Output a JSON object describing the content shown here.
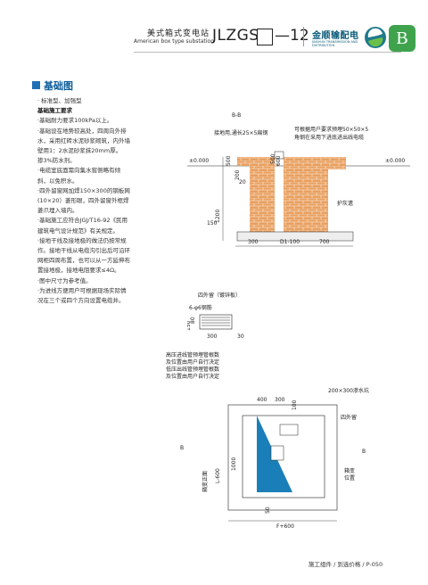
{
  "header": {
    "title_cn": "美式箱式变电站",
    "title_en": "American box type substation",
    "model_prefix": "JLZGS",
    "model_suffix": "—12",
    "brand_cn": "金顺输配电",
    "brand_en": "JINSHUN TRANSMISSION AND DISTRIBUTION",
    "tab_letter": "B"
  },
  "section": {
    "title": "基础图"
  },
  "notes": [
    {
      "text": "· 标准型、加强型",
      "bold": false
    },
    {
      "text": "基础施工要求",
      "bold": true
    },
    {
      "text": "·基础耐力要求100kPa以上。",
      "bold": false
    },
    {
      "text": "·基础设在地势较高处，四周向外排",
      "bold": false
    },
    {
      "text": "水，采用红砖水泥砂浆砌筑，内外墙",
      "bold": false
    },
    {
      "text": "壁用1：2水泥砂浆抹20mm厚。",
      "bold": false
    },
    {
      "text": "掺3%防水剂。",
      "bold": false
    },
    {
      "text": "·电缆室底面需向集水窖侧略有倾",
      "bold": false
    },
    {
      "text": "斜，以免积水。",
      "bold": false
    },
    {
      "text": "·四外留窗网加焊150×300的钢板网",
      "bold": false
    },
    {
      "text": "(10×20）菱形眼，四外留窗外框焊",
      "bold": false
    },
    {
      "text": "菱爪埋入墙内。",
      "bold": false
    },
    {
      "text": "·基础施工应符合JGJ/T16-92《民用",
      "bold": false
    },
    {
      "text": "建筑电气设计规范》有关规定。",
      "bold": false
    },
    {
      "text": "·接地干线及接地极的做法仍按常规",
      "bold": false
    },
    {
      "text": "作。接地干线从电缆沟引出后可沿环",
      "bold": false
    },
    {
      "text": "网柜四周布置，也可以从一方延伸布",
      "bold": false
    },
    {
      "text": "置接地极，接地电阻要求≤4Ω。",
      "bold": false
    },
    {
      "text": "·图中尺寸为参考值。",
      "bold": false
    },
    {
      "text": "·为进线方便用户可根据现场实际情",
      "bold": false
    },
    {
      "text": "况在三个或四个方向设置电缆井。",
      "bold": false
    }
  ],
  "section_view": {
    "title": "B-B",
    "label_grounding": "接地用,通长25×5扁钢",
    "label_angle_steel": "可根据用户要求预埋50×50×5",
    "label_angle_steel2": "角钢在采用下进底进出线电缆",
    "label_lime": "护灰遗",
    "elev_left": "±0.000",
    "elev_right": "±0.000",
    "dim_500": "500",
    "dim_200": "200",
    "dim_20": "20",
    "dim_1200": "1200",
    "dim_150": "150",
    "dim_top_500": "500",
    "dim_600": "600",
    "dim_300": "300",
    "dim_d1": "D1-100",
    "dim_700": "700"
  },
  "vent_detail": {
    "title": "四外留（镀锌板）",
    "rod_label": "6-φ6钢筋",
    "dim_80": "80",
    "dim_150": "150",
    "dim_300": "300",
    "dim_30": "30"
  },
  "plan_view": {
    "label_hv1": "高压进线管预埋管根数",
    "label_hv2": "及位置由用户自行决定",
    "label_lv1": "低压出线管预埋管根数",
    "label_lv2": "及位置由用户自行决定",
    "label_pit": "200×300渗水坑",
    "label_vent": "四外留",
    "label_stand1": "箱变",
    "label_stand2": "位置",
    "label_side": "箱变正面",
    "dim_400": "400",
    "dim_300": "300",
    "dim_l600": "L-600",
    "dim_1000": "1000",
    "dim_f600": "F+600",
    "dim_100": "100",
    "dim_50": "50",
    "section_mark_l": "B",
    "section_mark_r": "B"
  },
  "footer": {
    "text": "施工组件 / 到选价格 / P-050"
  },
  "colors": {
    "brick": "#e8a060",
    "brick_line": "#fff3e6",
    "accent_blue": "#1f6fb5",
    "tab_green": "#3fa34d"
  }
}
